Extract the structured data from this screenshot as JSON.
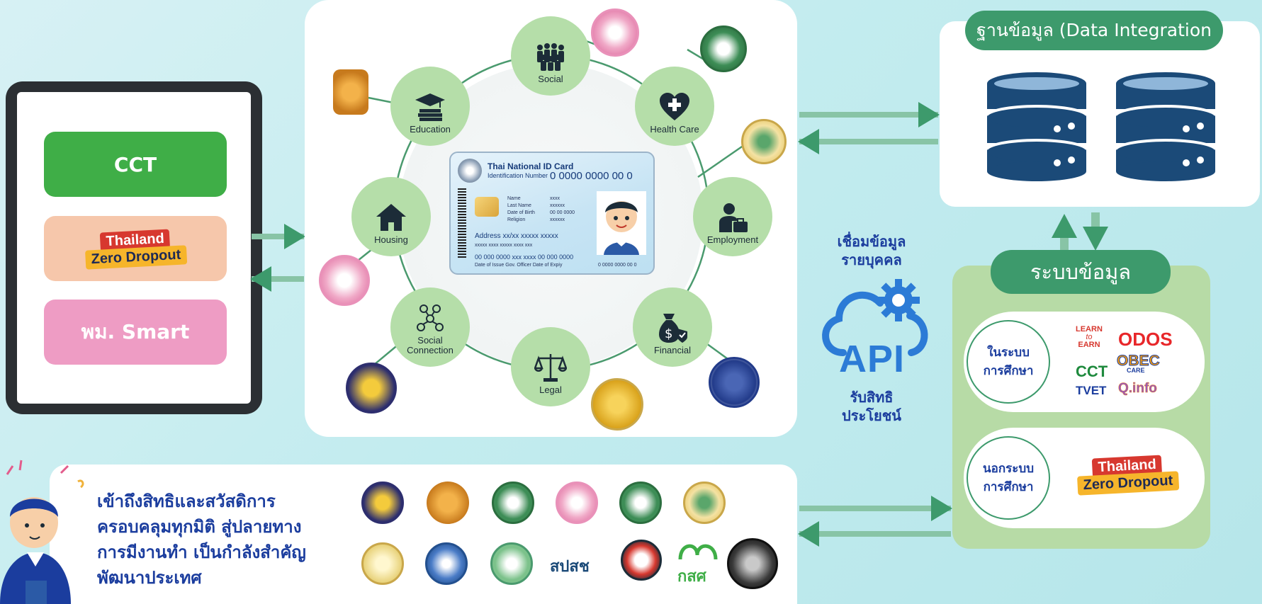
{
  "left_panel": {
    "buttons": [
      {
        "label": "CCT"
      },
      {
        "label_line1": "Thailand",
        "label_line2": "Zero Dropout"
      },
      {
        "label": "พม. Smart"
      }
    ]
  },
  "center": {
    "services": [
      {
        "label": "Education"
      },
      {
        "label": "Social"
      },
      {
        "label": "Health Care"
      },
      {
        "label": "Employment"
      },
      {
        "label": "Financial"
      },
      {
        "label": "Legal"
      },
      {
        "label_line1": "Social",
        "label_line2": "Connection"
      },
      {
        "label": "Housing"
      }
    ],
    "id_card": {
      "title": "Thai National ID Card",
      "number_label": "Identification Number",
      "number": "0 0000 0000 00 0",
      "fields": [
        {
          "k": "Name",
          "v": "xxxx"
        },
        {
          "k": "Last Name",
          "v": "xxxxxx"
        },
        {
          "k": "Date of Birth",
          "v": "00 00 0000"
        },
        {
          "k": "Religion",
          "v": "xxxxxx"
        }
      ],
      "address": "Address xx/xx xxxxx xxxxx",
      "address2": "xxxxx xxxx xxxxx xxxx xxx",
      "dates": "00 000 0000   xxx xxxx   00 000 0000",
      "date_labels": "Date of Issue    Gov. Officer   Date of Expiy",
      "serial": "0 0000 0000 00 0"
    }
  },
  "api": {
    "top_text_line1": "เชื่อมข้อมูล",
    "top_text_line2": "รายบุคคล",
    "label": "API",
    "bottom_text_line1": "รับสิทธิ",
    "bottom_text_line2": "ประโยชน์"
  },
  "database": {
    "title": "ฐานข้อมูล (Data Integration"
  },
  "info_system": {
    "title": "ระบบข้อมูล",
    "in_school": {
      "line1": "ในระบบ",
      "line2": "การศึกษา",
      "logos": {
        "learn": "LEARN",
        "to": "to",
        "earn": "EARN",
        "odos": "ODOS",
        "obec": "OBEC",
        "care": "CARE",
        "cct": "CCT",
        "tvet": "TVET",
        "qinfo": "Q.info"
      }
    },
    "out_school": {
      "line1": "นอกระบบ",
      "line2": "การศึกษา",
      "logo_line1": "Thailand",
      "logo_line2": "Zero Dropout"
    }
  },
  "banner": {
    "text_line1": "เข้าถึงสิทธิและสวัสดิการ",
    "text_line2": "ครอบคลุมทุกมิติ สู่ปลายทาง",
    "text_line3": "การมีงานทำ เป็นกำลังสำคัญ",
    "text_line4": "พัฒนาประเทศ",
    "logo_nsfw": "สปสช",
    "logo_gsf": "กสศ"
  },
  "colors": {
    "green_dark": "#3d9a6c",
    "green_light": "#b5dea9",
    "navy": "#1b3d9e",
    "cct_green": "#3fae47",
    "pink": "#ee9cc4"
  }
}
